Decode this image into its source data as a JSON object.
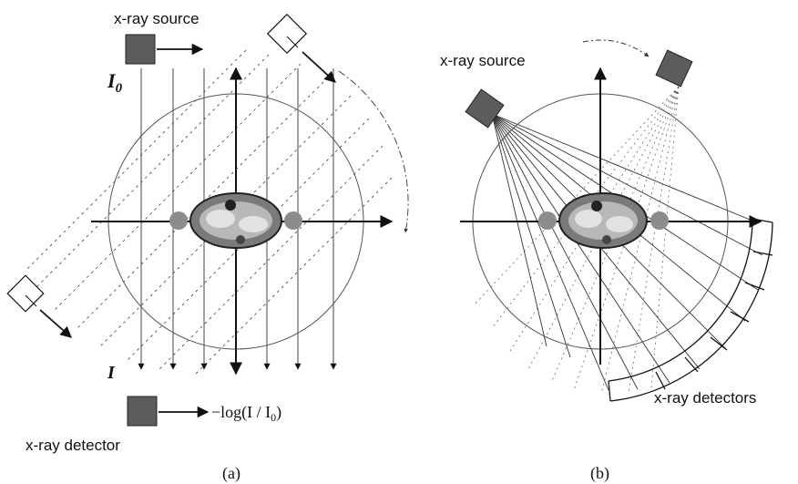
{
  "panel_a": {
    "source_label": "x-ray source",
    "detector_label": "x-ray detector",
    "i0_label": "I",
    "i0_sub": "0",
    "i_label": "I",
    "log_formula": "−log(I / I",
    "log_formula_sub": "0",
    "log_formula_close": ")",
    "caption": "(a)"
  },
  "panel_b": {
    "source_label": "x-ray source",
    "detector_label": "x-ray detectors",
    "caption": "(b)"
  },
  "colors": {
    "source_fill": "#5c5c5c",
    "body_outer": "#7a7a7a",
    "body_inner": "#b8b8b8",
    "organ_light": "#e2e2e2",
    "nodule": "#8c8c8c"
  }
}
